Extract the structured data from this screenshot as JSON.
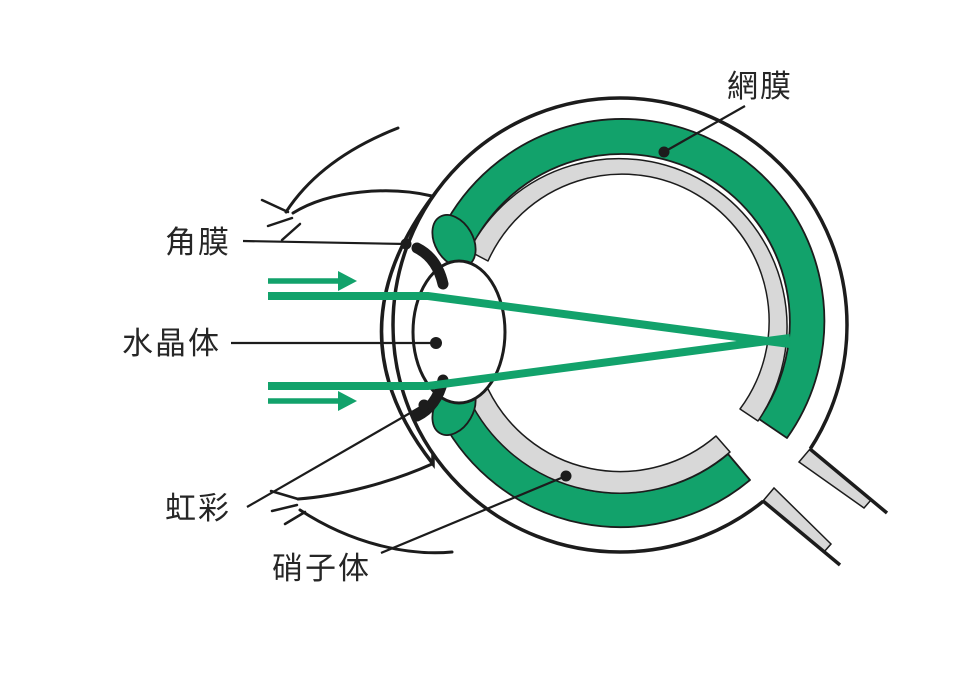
{
  "diagram": {
    "type": "eye-anatomy-cross-section",
    "labels": {
      "retina": "網膜",
      "cornea": "角膜",
      "lens": "水晶体",
      "iris": "虹彩",
      "vitreous": "硝子体"
    },
    "colors": {
      "accent_green": "#12a26b",
      "band_gray": "#d8d8d8",
      "line": "#1c1c1c",
      "text": "#262626",
      "background": "#ffffff"
    }
  }
}
